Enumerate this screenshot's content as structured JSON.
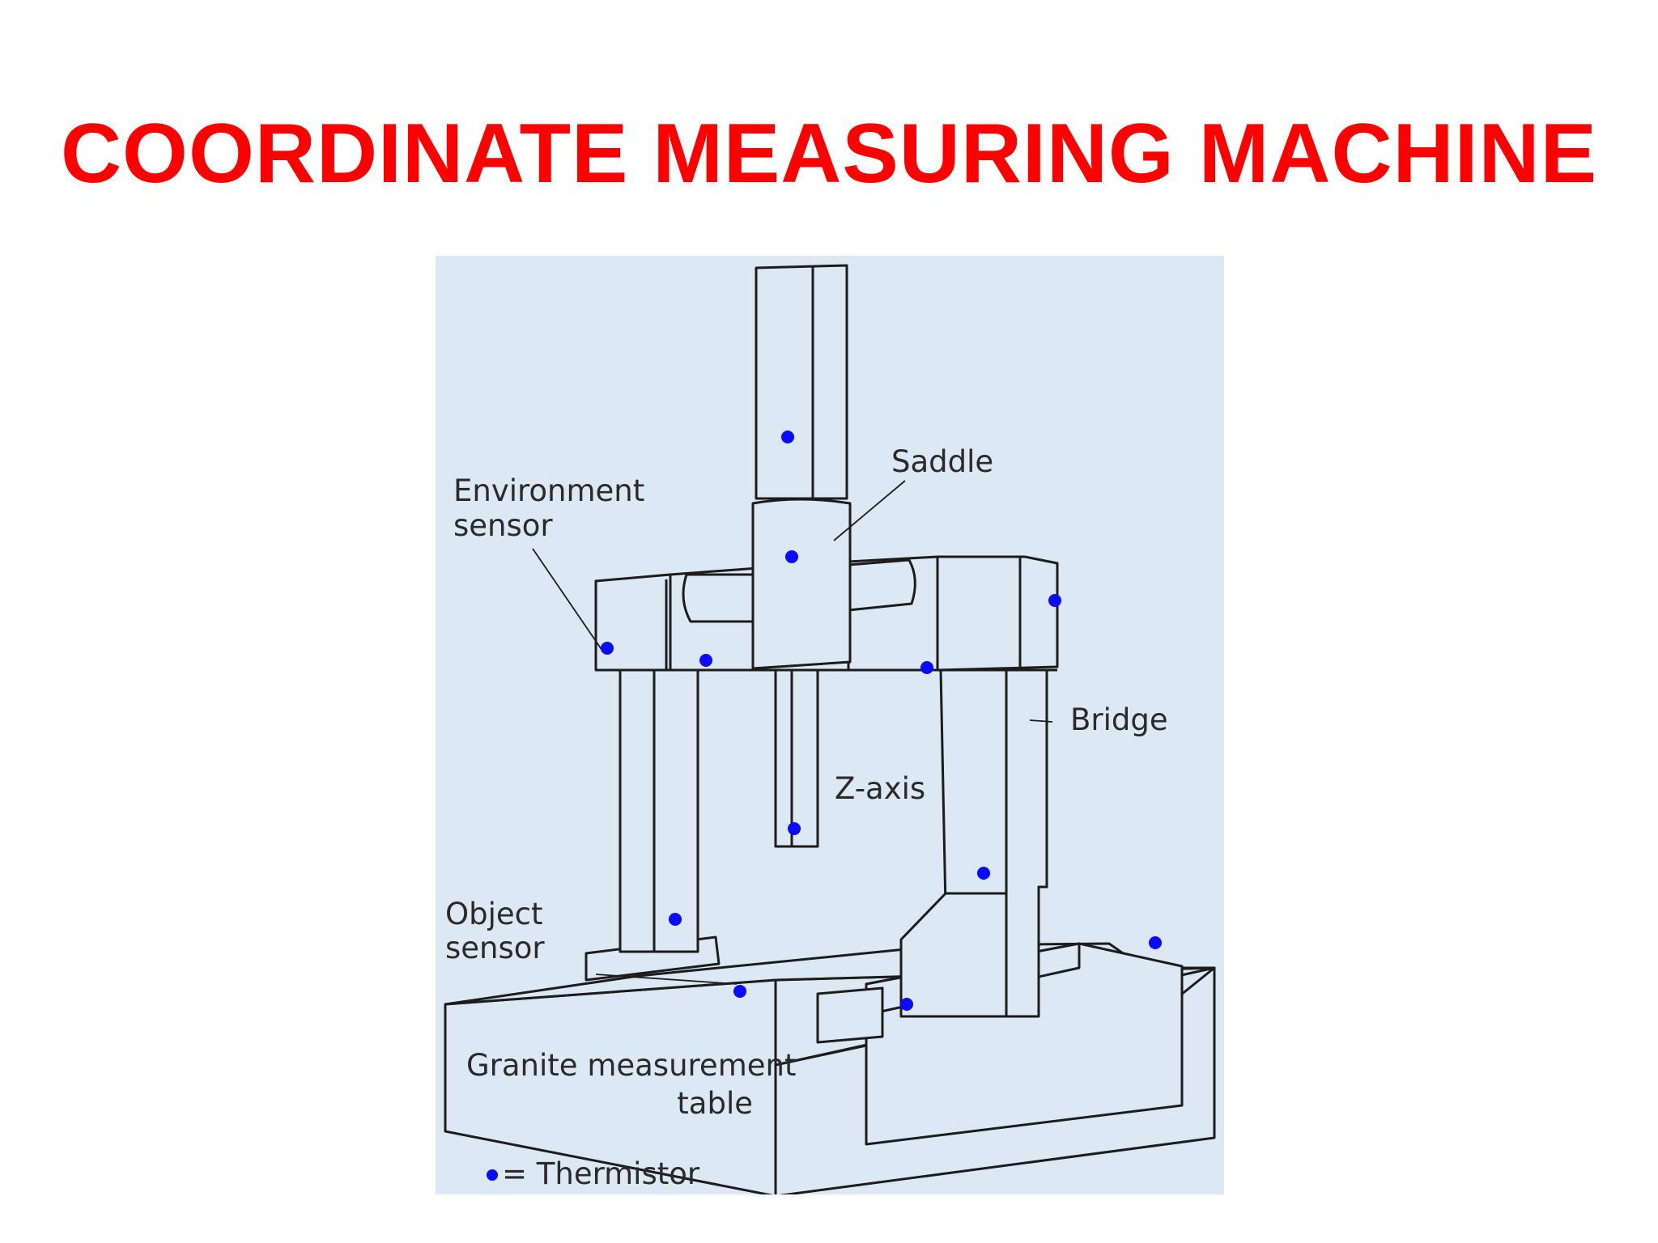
{
  "slide": {
    "title": "COORDINATE MEASURING MACHINE",
    "title_color": "#ff0000"
  },
  "diagram": {
    "background_color": "#dce9f4",
    "outline_color": "#1c1c1c",
    "part_fill": "#dce9f4",
    "thermistor_color": "#0a0aff",
    "labels": {
      "saddle": "Saddle",
      "env_line1": "Environment",
      "env_line2": "sensor",
      "bridge": "Bridge",
      "zaxis": "Z-axis",
      "obj_line1": "Object",
      "obj_line2": "sensor",
      "granite_line1": "Granite measurement",
      "granite_line2": "table",
      "legend": "= Thermistor"
    }
  }
}
